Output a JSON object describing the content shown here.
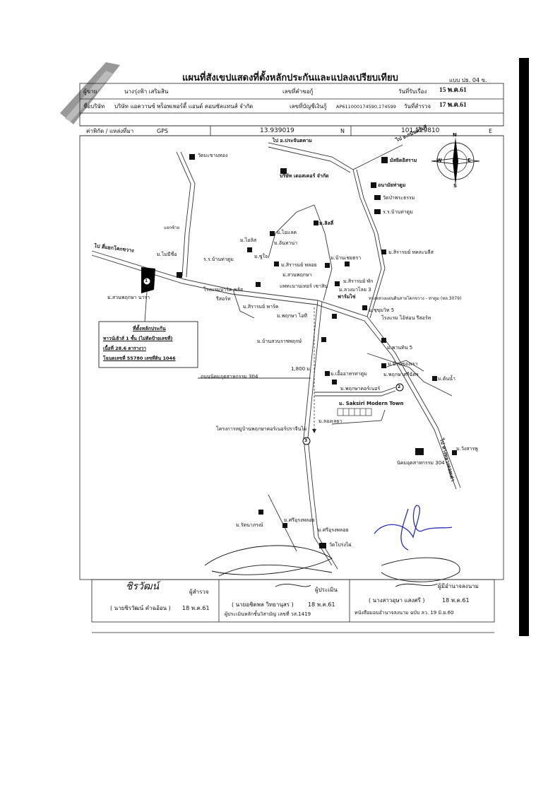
{
  "header": {
    "title": "แผนที่สังเขปแสดงที่ตั้งหลักประกันและแปลงเปรียบเทียบ",
    "form_code": "แบบ ปธ. 04 ข.",
    "applicant_label": "ผู้ขาย",
    "applicant_name": "นางรุ่งฟ้า เสริมสิน",
    "request_no_label": "เลขที่คำขอกู้",
    "received_date_label": "วันที่รับเรื่อง",
    "received_date": "15 พ.ค.61",
    "company_label": "ชื่อบริษัท",
    "company_name": "บริษัท แอควานซ์ พร็อพเพอร์ตี้ แอนด์ คอนซัลแทนส์ จำกัด",
    "account_label": "เลขที่บัญชีเงินกู้",
    "account_no": "AP611000174590,174599",
    "survey_date_label": "วันที่สำรวจ",
    "survey_date": "17 พ.ค.61",
    "coord_label": "ค่าพิกัด / แหล่งที่มา",
    "coord_source": "GPS",
    "latitude": "13.939019",
    "lat_suffix": "N",
    "longitude": "101.529810",
    "lon_suffix": "E"
  },
  "map": {
    "compass": {
      "n": "N",
      "s": "S",
      "e": "E",
      "w": "W"
    },
    "labels": [
      "วัดมะขามทอง",
      "ไป อ.ประจันตคาม",
      "ไป อ.กบินทร์บุรี",
      "มัสยิดอิสราม",
      "บริษัท เดอสเคอร์ จำกัด",
      "อนามัยท่าตูม",
      "วัดป่าพระธรรม",
      "ร.ร.บ้านท่าตูม",
      "ม.ลิลลี่",
      "ม.ไอแลค",
      "ม.ไอลิส",
      "ม.อันทาน่า",
      "แยกซ้าย",
      "ม.ไม่มีชื่อ",
      "ไป สี่แยกโคกขวาง",
      "ร.ร.บ้านท่าตูม",
      "ม.สิรารมย์ ทคละบลีส",
      "ม.ซูใจ",
      "ม.สิรารมย์ พลอย",
      "ม.บ้านเชยธรา",
      "ม.สวนพฤกษา",
      "ม.สิรารมย์ พัก",
      "ม.ลวงมาไลย 3",
      "แพทะมานเทอร์ เซาสิน",
      "ฟาร์มไข่",
      "ทางหลวงแผ่นดินสายโคกขวาง - ท่าตูม (ทล.3079)",
      "โรงแรมปาร์ค พลัส",
      "รีสอร์ท",
      "ม.สวนพฤกษา นารา",
      "ม.สิรารมย์ พาร์ค",
      "ม.พฤกษา ไอที",
      "ม.ซุขุมวิท 5",
      "โรงแรม ไอ้ท่อน รีสอร์ท",
      "ม.บ้านสวนราชพฤกษ์",
      "ม.พานทิน 5",
      "1,800 ม.",
      "ม.บ้านของเรา",
      "ถนนนิคมอุตสาหกรรม 304",
      "ม.เอื้ออาทรท่าตูม",
      "ม.พฤกษาศรีฉัตร",
      "ม.พฤกษาคอร์เนอร์",
      "ม.ต้นน้ำ",
      "ม. Saksiri Modern Town",
      "ม.ลองเลยา",
      "โครงการหมู่บ้านพฤกษาคอร์เนอร์ปราจีนไผ่",
      "ไป ทางหลวงดอยเต่า",
      "ม.วังสารพู",
      "นิคมอุตสาหกรรม 304",
      "ม.รัตนาภรณ์",
      "ม.ศรีอุรงพลอย",
      "ม.ศรีอุรงพลอย",
      "วัดโปร่งไผ่"
    ],
    "legend": {
      "title": "ที่ตั้งหลักประกัน",
      "line1": "ทาวน์เฮ้าส์ 1 ชั้น (ไม่ติดป้ายเลขที่)",
      "line2": "เนื้อที่ 28.6 ตารางวา",
      "line3": "โฉนดเลขที่ 55780 เลขที่ดิน 1046"
    },
    "markers": {
      "subject": "1",
      "comp2": "2",
      "comp3": "3"
    }
  },
  "signatures": {
    "surveyor_sig": "ชิรวัฒน์",
    "surveyor_role": "ผู้สำรวจ",
    "surveyor_name": "( นายชิรวัฒน์ คำฉอ้อน )",
    "surveyor_date": "18 พ.ค.61",
    "appraiser_role": "ผู้ประเมิน",
    "appraiser_name": "( นายอชิตพล วิทยานุสร )",
    "appraiser_date": "18 พ.ค.61",
    "appraiser_license": "ผู้ประเมินหลักชั้นวิสามัญ เลขที่ วส.1419",
    "authority_role": "ผู้มีอำนาจลงนาม",
    "authority_name": "( นางสาวอุษา แสงศรี )",
    "authority_date": "18 พ.ค.61",
    "authority_ref": "หนังสือมอบอำนาจลงนาม ฉบับ ลว. 19 มิ.ย.60"
  },
  "colors": {
    "ink": "#111111",
    "signature_blue": "#2b2fb8"
  }
}
